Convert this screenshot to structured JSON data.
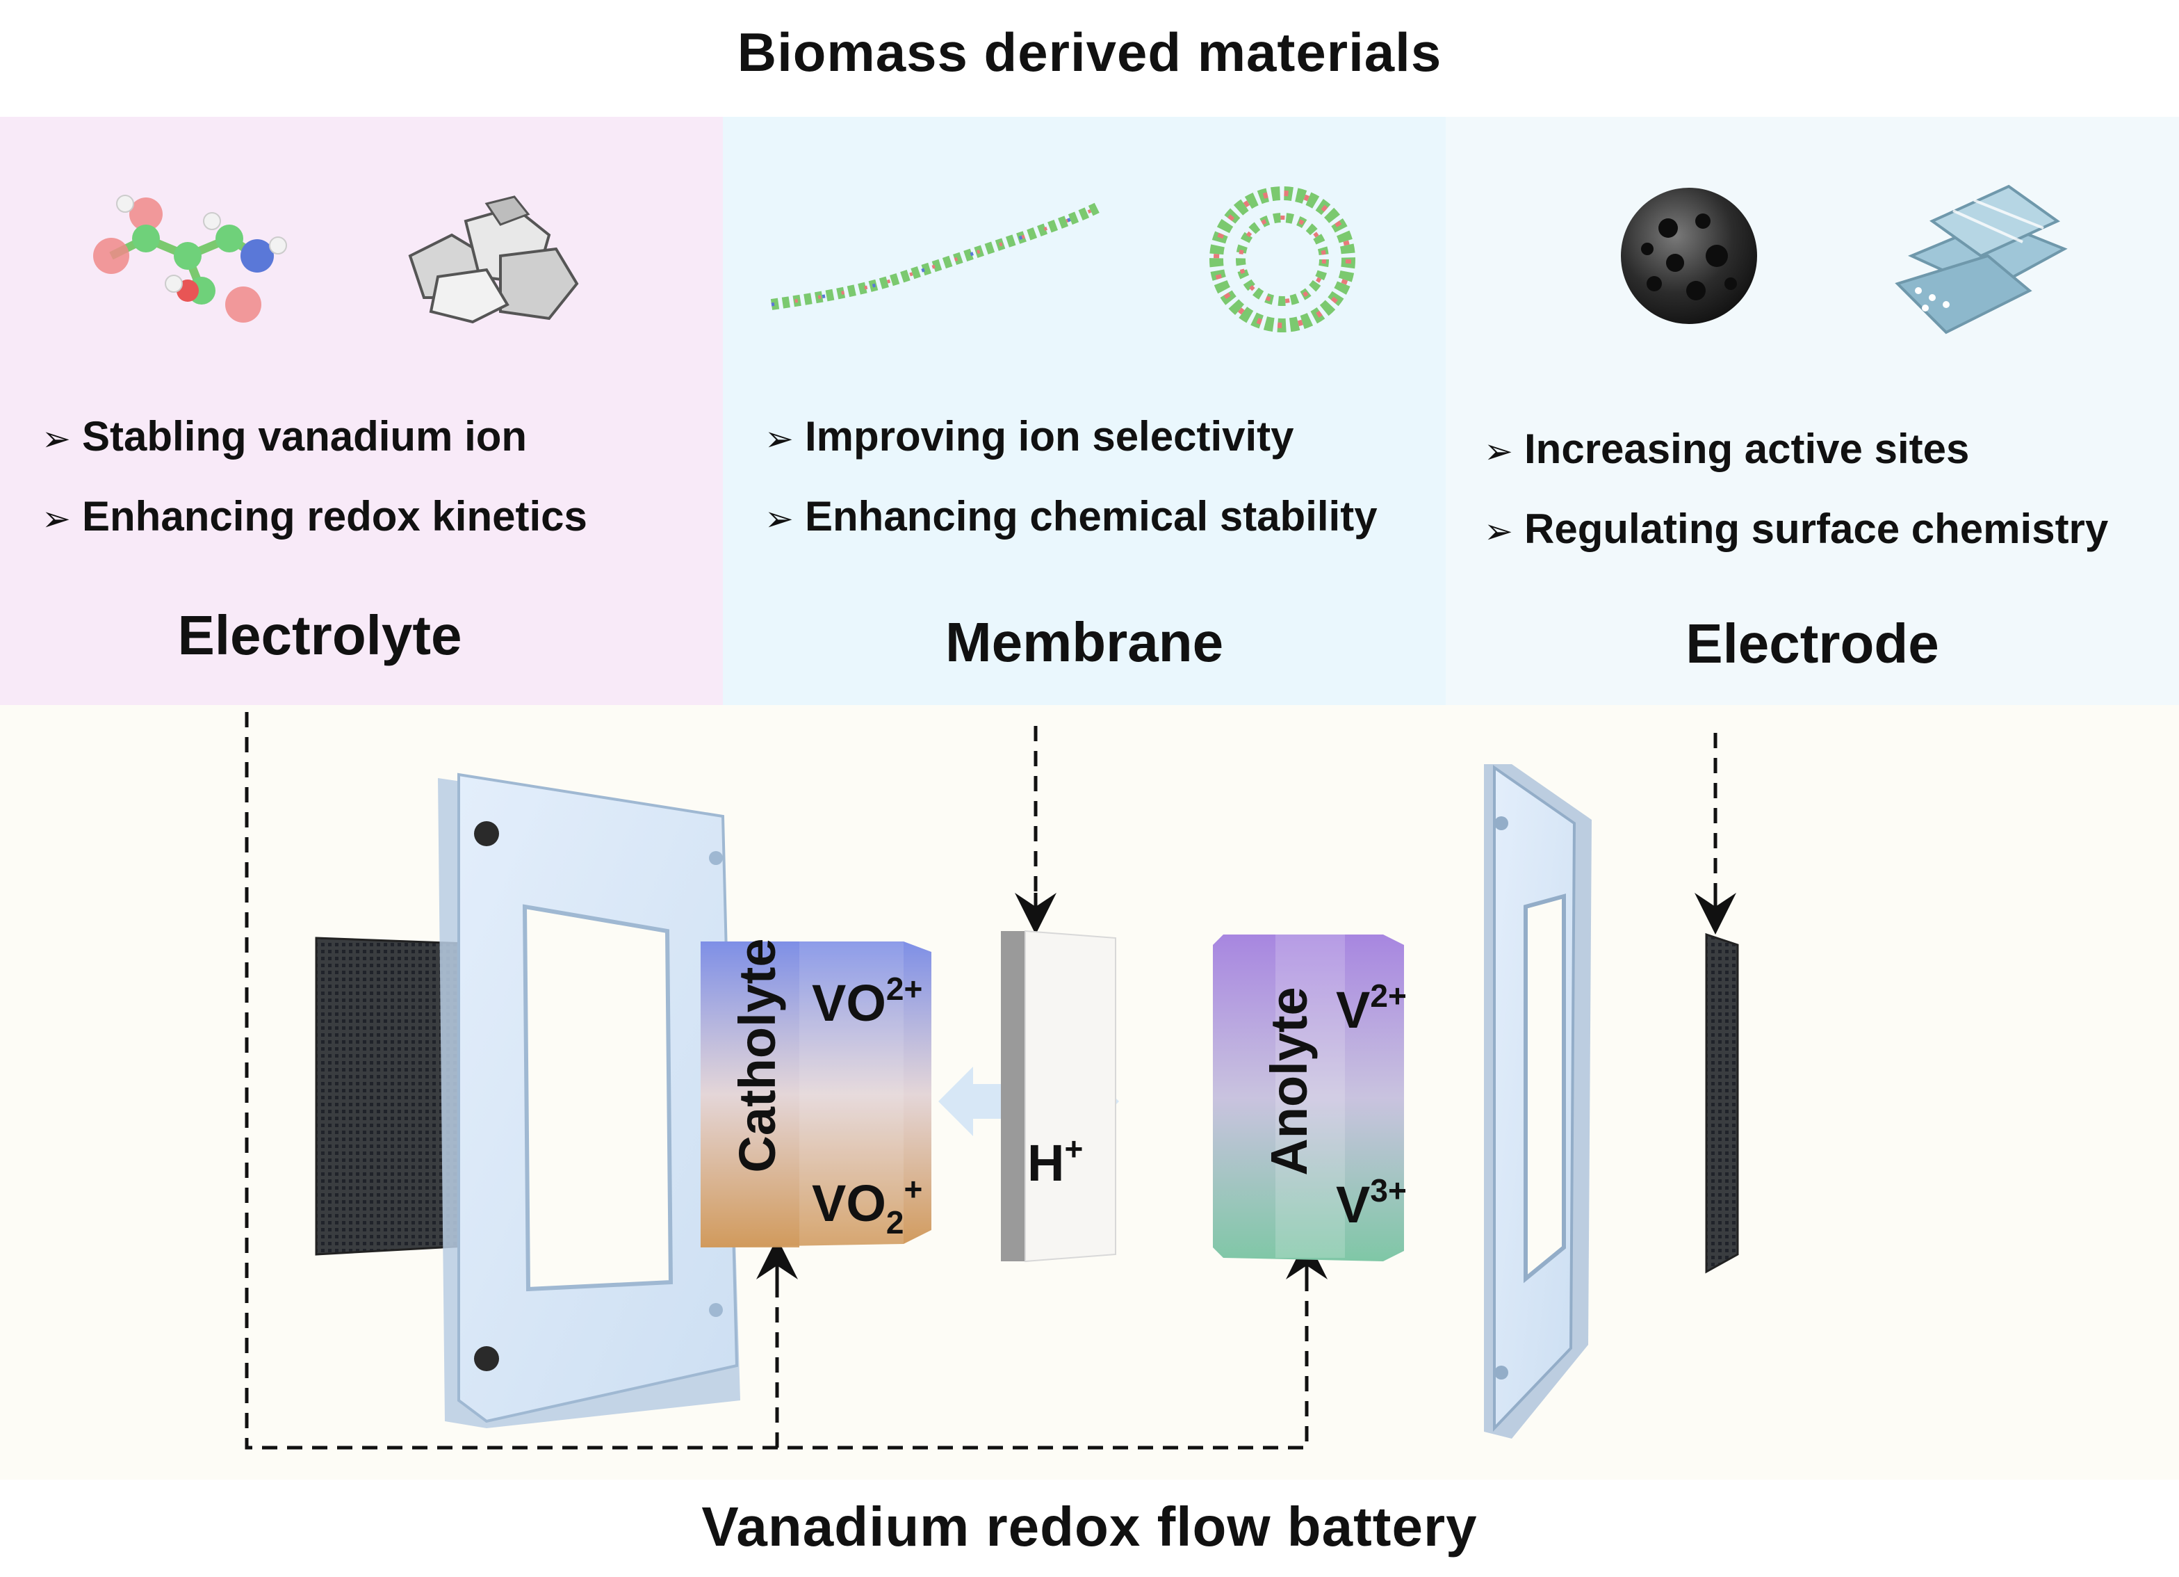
{
  "header": {
    "title": "Biomass derived materials"
  },
  "panels": {
    "electrolyte": {
      "bullets": [
        "Stabling vanadium ion",
        "Enhancing redox kinetics"
      ],
      "heading": "Electrolyte"
    },
    "membrane": {
      "bullets": [
        "Improving ion selectivity",
        "Enhancing chemical stability"
      ],
      "heading": "Membrane"
    },
    "electrode": {
      "bullets": [
        "Increasing active sites",
        "Regulating surface chemistry"
      ],
      "heading": "Electrode"
    }
  },
  "bullet_marker": "➢",
  "battery": {
    "catholyte": {
      "label": "Catholyte",
      "ion_top": "VO",
      "ion_top_sup": "2+",
      "ion_bottom": "VO",
      "ion_bottom_sub": "2",
      "ion_bottom_sup": "+"
    },
    "anolyte": {
      "label": "Anolyte",
      "ion_top": "V",
      "ion_top_sup": "2+",
      "ion_bottom": "V",
      "ion_bottom_sup": "3+"
    },
    "proton": {
      "label": "H",
      "sup": "+"
    }
  },
  "footer": {
    "title": "Vanadium redox flow battery"
  },
  "colors": {
    "electrolyte_bg": "#f8eaf8",
    "membrane_bg": "#eaf7fd",
    "electrode_bg": "#f2f9fc",
    "bottom_bg": "#fdfcf6",
    "catholyte_top": "#7e8fe6",
    "catholyte_bottom": "#d19a5c",
    "anolyte_top": "#a786e0",
    "anolyte_bottom": "#7fc7a6"
  }
}
